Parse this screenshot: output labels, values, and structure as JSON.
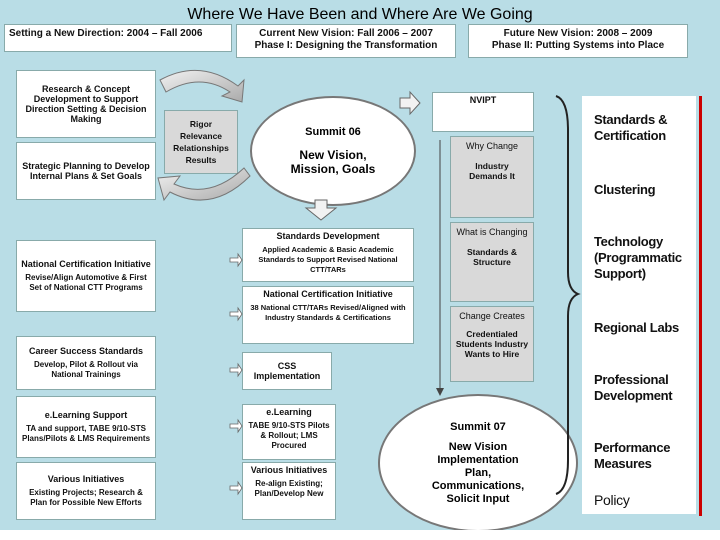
{
  "title": "Where We Have Been and Where Are We Going",
  "phases": [
    {
      "text": "Setting a New Direction:  2004 – Fall 2006"
    },
    {
      "line1": "Current New Vision:  Fall 2006 – 2007",
      "line2": "Phase I:  Designing the Transformation"
    },
    {
      "line1": "Future New Vision:  2008 – 2009",
      "line2": "Phase II:  Putting Systems into Place"
    }
  ],
  "left_col": [
    {
      "title": "Research & Concept Development to Support Direction Setting & Decision Making",
      "sub": ""
    },
    {
      "title": "Strategic Planning to Develop Internal Plans & Set Goals",
      "sub": ""
    },
    {
      "title": "National Certification Initiative",
      "sub": "Revise/Align Automotive & First Set of National CTT Programs"
    },
    {
      "title": "Career Success Standards",
      "sub": "Develop, Pilot & Rollout via National Trainings"
    },
    {
      "title": "e.Learning Support",
      "sub": "TA and support, TABE 9/10-STS Plans/Pilots & LMS Requirements"
    },
    {
      "title": "Various Initiatives",
      "sub": "Existing Projects; Research & Plan for Possible New Efforts"
    }
  ],
  "rigor_box": "Rigor Relevance Relationships Results",
  "summit06": {
    "title": "Summit 06",
    "body": "New Vision, Mission, Goals"
  },
  "mid_col": [
    {
      "title": "Standards Development",
      "sub": "Applied Academic & Basic Academic Standards to Support Revised National CTT/TARs"
    },
    {
      "title": "National Certification Initiative",
      "sub": "38 National CTT/TARs Revised/Aligned with Industry Standards & Certifications"
    },
    {
      "title": "CSS Implementation",
      "sub": ""
    },
    {
      "title": "e.Learning",
      "sub": "TABE 9/10-STS Pilots & Rollout; LMS Procured"
    },
    {
      "title": "Various Initiatives",
      "sub": "Re-align Existing; Plan/Develop New"
    }
  ],
  "nvipt": "NVIPT",
  "change_col": [
    {
      "t1": "Why Change",
      "t2": "Industry Demands It"
    },
    {
      "t1": "What is Changing",
      "t2": "Standards & Structure"
    },
    {
      "t1": "Change Creates",
      "t2": "Credentialed Students Industry Wants to Hire"
    }
  ],
  "summit07": {
    "title": "Summit 07",
    "body": "New Vision Implementation Plan, Communications, Solicit Input"
  },
  "right_list": [
    "Standards & Certification",
    "Clustering",
    "Technology (Programmatic Support)",
    "Regional Labs",
    "Professional Development",
    "Performance Measures",
    "Policy"
  ]
}
